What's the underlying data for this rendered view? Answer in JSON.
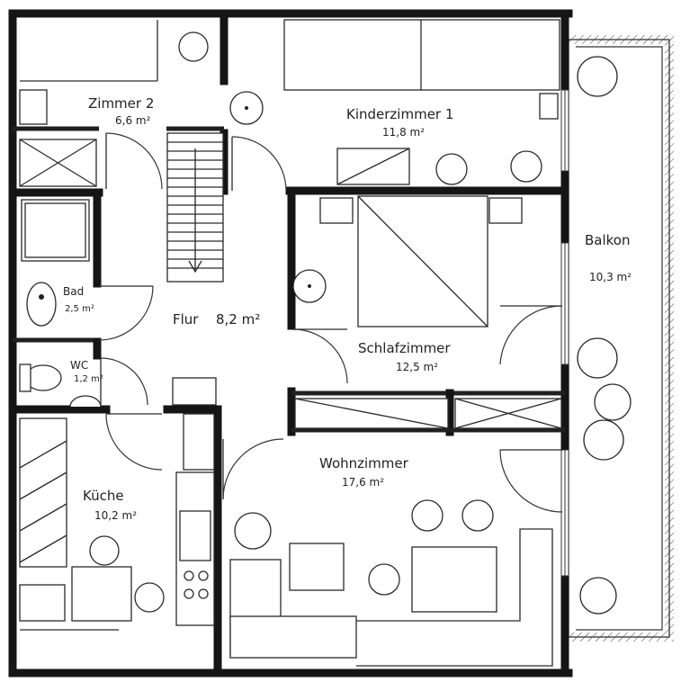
{
  "rooms": {
    "zimmer2": {
      "name": "Zimmer 2",
      "area": "6,6 m²"
    },
    "kinderzimmer1": {
      "name": "Kinderzimmer 1",
      "area": "11,8 m²"
    },
    "balkon": {
      "name": "Balkon",
      "area": "10,3 m²"
    },
    "bad": {
      "name": "Bad",
      "area": "2,5 m²"
    },
    "flur": {
      "name": "Flur",
      "area": "8,2 m²"
    },
    "schlafzimmer": {
      "name": "Schlafzimmer",
      "area": "12,5 m²"
    },
    "wc": {
      "name": "WC",
      "area": "1,2 m²"
    },
    "wohnzimmer": {
      "name": "Wohnzimmer",
      "area": "17,6 m²"
    },
    "kueche": {
      "name": "Küche",
      "area": "10,2 m²"
    }
  }
}
